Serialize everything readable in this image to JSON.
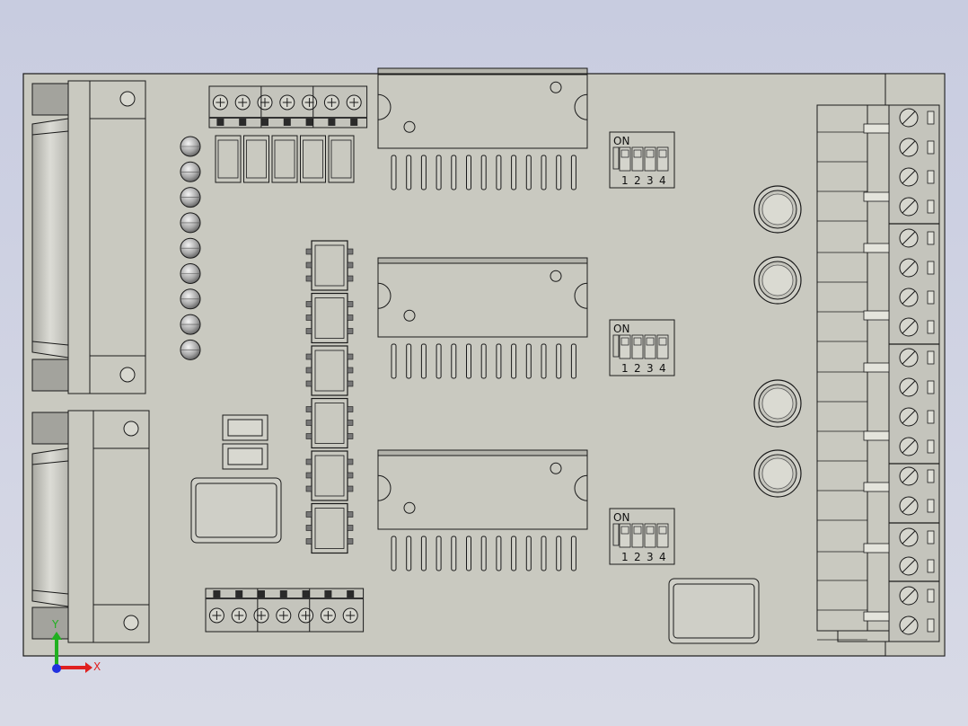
{
  "view": {
    "background_top": "#c8cce0",
    "background_bottom": "#d8dae6",
    "board_color": "#c9c9c0",
    "outline_color": "#1a1a1a"
  },
  "dip_switches": [
    {
      "on_label": "ON",
      "numbers": [
        "1",
        "2",
        "3",
        "4"
      ]
    },
    {
      "on_label": "ON",
      "numbers": [
        "1",
        "2",
        "3",
        "4"
      ]
    },
    {
      "on_label": "ON",
      "numbers": [
        "1",
        "2",
        "3",
        "4"
      ]
    }
  ],
  "axis_triad": {
    "x_label": "X",
    "y_label": "Y",
    "x_color": "#e02020",
    "y_color": "#20b020",
    "z_color": "#2030e0"
  }
}
